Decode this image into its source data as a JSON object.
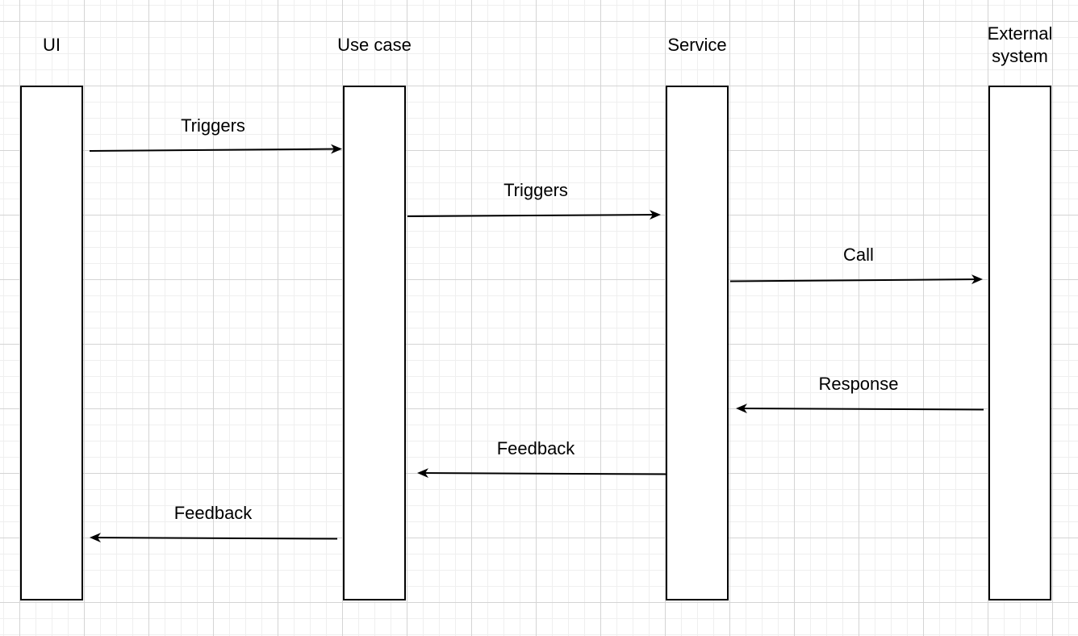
{
  "lifelines": [
    {
      "id": "ui",
      "title": "UI"
    },
    {
      "id": "usecase",
      "title": "Use case"
    },
    {
      "id": "service",
      "title": "Service"
    },
    {
      "id": "external",
      "title": "External\nsystem"
    }
  ],
  "messages": [
    {
      "label": "Triggers",
      "from": "ui",
      "to": "usecase"
    },
    {
      "label": "Triggers",
      "from": "usecase",
      "to": "service"
    },
    {
      "label": "Call",
      "from": "service",
      "to": "external"
    },
    {
      "label": "Response",
      "from": "external",
      "to": "service"
    },
    {
      "label": "Feedback",
      "from": "service",
      "to": "usecase"
    },
    {
      "label": "Feedback",
      "from": "usecase",
      "to": "ui"
    }
  ],
  "colors": {
    "line": "#000000",
    "grid_major": "#d4d4d4",
    "grid_minor": "#efefef",
    "background": "#ffffff"
  }
}
